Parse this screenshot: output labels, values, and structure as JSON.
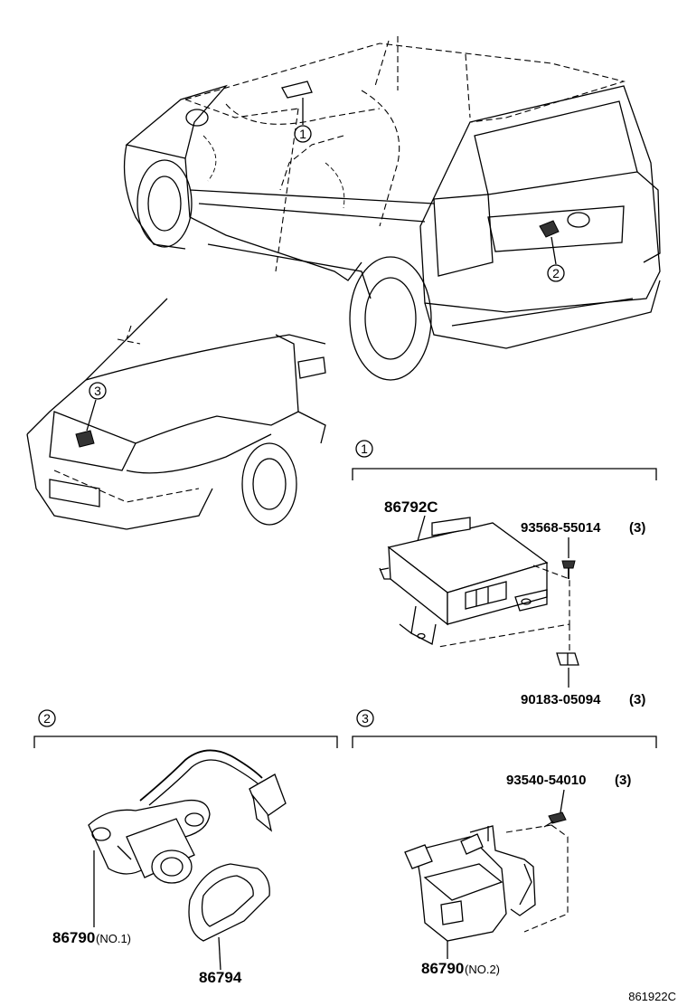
{
  "callouts": {
    "c1": "1",
    "c2": "2",
    "c3": "3"
  },
  "groups": {
    "g1": {
      "number": "1",
      "main_part": "86792C",
      "screw": "93568-55014",
      "screw_qty": "(3)",
      "nut": "90183-05094",
      "nut_qty": "(3)"
    },
    "g2": {
      "number": "2",
      "camera": "86790",
      "camera_sub": "(NO.1)",
      "cover": "86794"
    },
    "g3": {
      "number": "3",
      "screw": "93540-54010",
      "screw_qty": "(3)",
      "camera": "86790",
      "camera_sub": "(NO.2)"
    }
  },
  "figure_code": "861922C"
}
